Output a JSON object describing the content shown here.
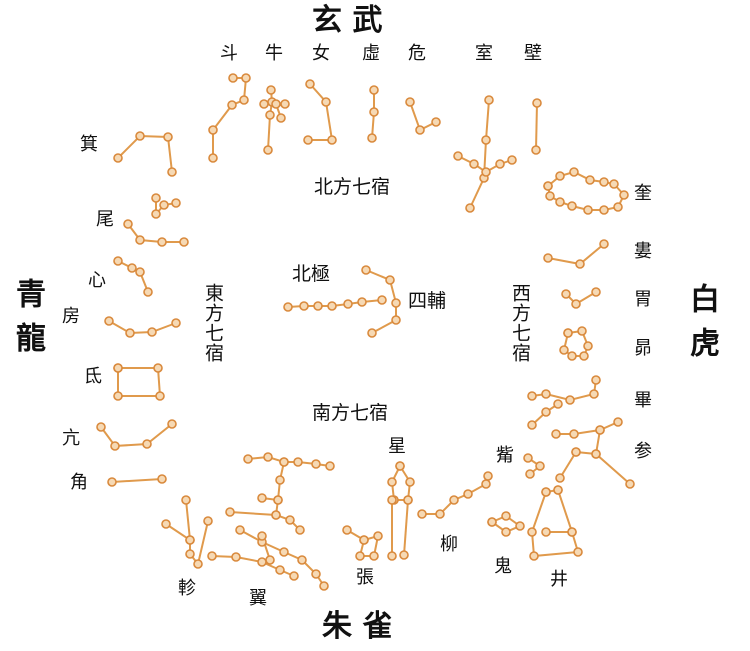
{
  "directions": {
    "north": "玄 武",
    "south": "朱 雀",
    "east": "青龍",
    "west": "白虎"
  },
  "regions": {
    "north": "北方七宿",
    "south": "南方七宿",
    "east": "東方七宿",
    "west": "西方七宿"
  },
  "center": {
    "polaris": "北極",
    "helpers": "四輔"
  },
  "mansions": {
    "north": [
      "斗",
      "牛",
      "女",
      "虛",
      "危",
      "室",
      "壁"
    ],
    "east": [
      "箕",
      "尾",
      "心",
      "房",
      "氐",
      "亢",
      "角"
    ],
    "west": [
      "奎",
      "婁",
      "胃",
      "昴",
      "畢",
      "参",
      "觜"
    ],
    "south": [
      "軫",
      "翼",
      "張",
      "星",
      "柳",
      "鬼",
      "井"
    ]
  },
  "colors": {
    "line": "#e09a4c",
    "star_fill": "#f6d9b4",
    "star_stroke": "#d9893c",
    "text": "#111111"
  }
}
